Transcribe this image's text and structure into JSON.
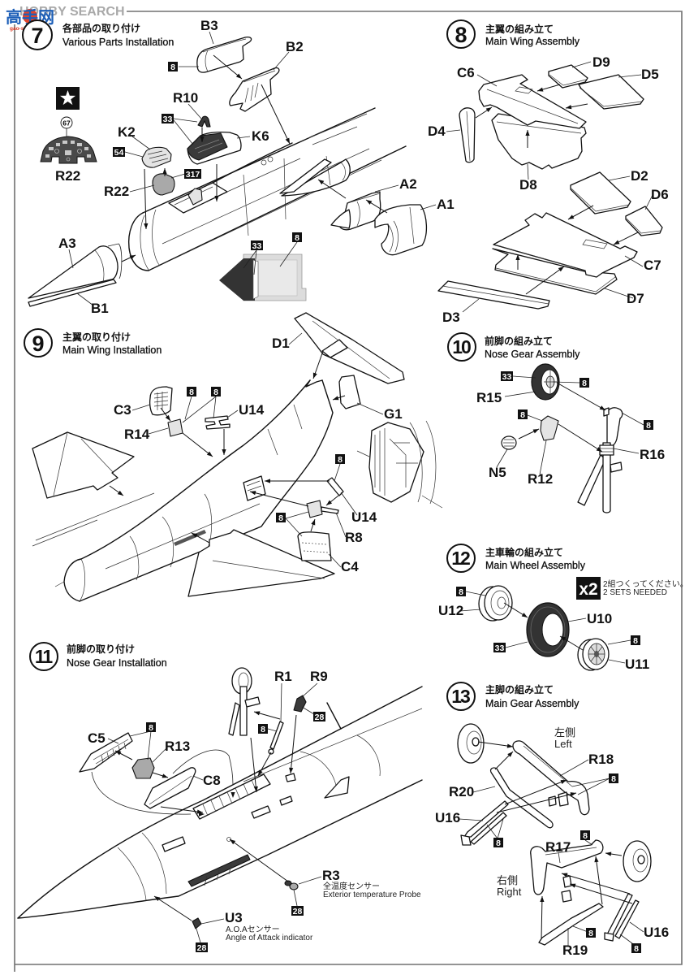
{
  "watermark": {
    "brand": "HOBBY SEARCH",
    "logo_text": "高手网",
    "logo_domain": "gao-shou.com"
  },
  "step7": {
    "number": "7",
    "title_jp": "各部品の取り付け",
    "title_en": "Various Parts Installation",
    "decal": {
      "icon": "star-icon",
      "number": "67"
    },
    "parts": {
      "b3": "B3",
      "b2": "B2",
      "r10": "R10",
      "k6": "K6",
      "k2": "K2",
      "r22_decal": "R22",
      "r22": "R22",
      "a3": "A3",
      "b1": "B1",
      "a2": "A2",
      "a1": "A1"
    },
    "paint": {
      "b3": "8",
      "r10_k6": "33",
      "k2": "54",
      "r22": "317",
      "detail_dark": "33",
      "detail_light": "8"
    }
  },
  "step8": {
    "number": "8",
    "title_jp": "主翼の組み立て",
    "title_en": "Main Wing Assembly",
    "parts": {
      "c6": "C6",
      "d9": "D9",
      "d5": "D5",
      "d4": "D4",
      "d8": "D8",
      "d2": "D2",
      "d6": "D6",
      "c7": "C7",
      "d7": "D7",
      "d3": "D3"
    }
  },
  "step9": {
    "number": "9",
    "title_jp": "主翼の取り付け",
    "title_en": "Main Wing Installation",
    "parts": {
      "d1": "D1",
      "g1": "G1",
      "c3": "C3",
      "r14": "R14",
      "u14_upper": "U14",
      "u14_lower": "U14",
      "r8": "R8",
      "c4": "C4"
    },
    "paint": {
      "c3": "8",
      "r14_u14": "8",
      "u14_lower": "8",
      "r8_c4": "8"
    }
  },
  "step10": {
    "number": "10",
    "title_jp": "前脚の組み立て",
    "title_en": "Nose Gear Assembly",
    "parts": {
      "r15": "R15",
      "r16": "R16",
      "n5": "N5",
      "r12": "R12"
    },
    "paint": {
      "r15_tire": "33",
      "r15_hub": "8",
      "r16": "8",
      "r12": "8"
    }
  },
  "step11": {
    "number": "11",
    "title_jp": "前脚の取り付け",
    "title_en": "Nose Gear Installation",
    "parts": {
      "c5": "C5",
      "r13": "R13",
      "c8": "C8",
      "r1": "R1",
      "r9": "R9",
      "r3": "R3",
      "u3": "U3"
    },
    "paint": {
      "c5_r13": "8",
      "r1": "8",
      "r9": "28",
      "r3": "28",
      "u3": "28"
    },
    "notes": {
      "r3_jp": "全温度センサー",
      "r3_en": "Exterior temperature Probe",
      "u3_jp": "A.O.Aセンサー",
      "u3_en": "Angle of Attack indicator"
    }
  },
  "step12": {
    "number": "12",
    "title_jp": "主車輪の組み立て",
    "title_en": "Main Wheel Assembly",
    "parts": {
      "u12": "U12",
      "u10": "U10",
      "u11": "U11"
    },
    "paint": {
      "u12": "8",
      "u10": "33",
      "u11": "8"
    },
    "quantity": {
      "badge": "x2",
      "note_jp": "2組つくってください。",
      "note_en": "2 SETS NEEDED"
    }
  },
  "step13": {
    "number": "13",
    "title_jp": "主脚の組み立て",
    "title_en": "Main Gear Assembly",
    "sides": {
      "left_jp": "左側",
      "left_en": "Left",
      "right_jp": "右側",
      "right_en": "Right"
    },
    "parts": {
      "r18": "R18",
      "r20": "R20",
      "u16_left": "U16",
      "r17": "R17",
      "r19": "R19",
      "u16_right": "U16"
    },
    "paint": {
      "r18": "8",
      "u16_left": "8",
      "r17": "8",
      "r19": "8",
      "u16_right": "8"
    }
  }
}
